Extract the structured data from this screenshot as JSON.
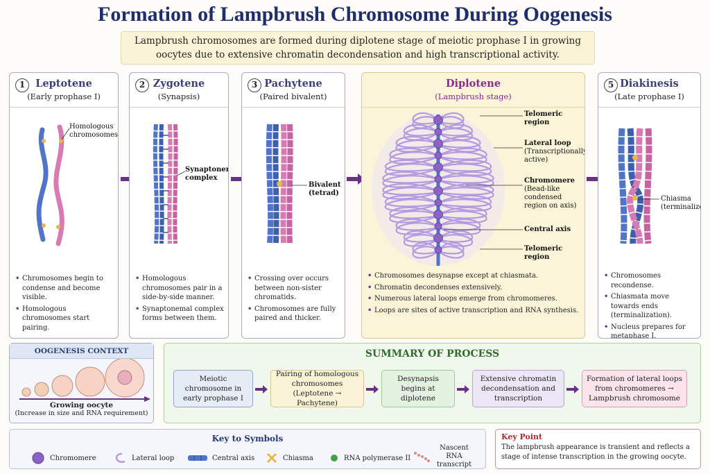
{
  "title": "Formation of Lampbrush Chromosome During Oogenesis",
  "intro": "Lampbrush chromosomes are formed during diplotene stage of meiotic prophase I in growing oocytes due to extensive chromatin decondensation and high transcriptional activity.",
  "stages": [
    {
      "num": "1",
      "name": "Leptotene",
      "sub": "(Early prophase I)",
      "labels": [
        "Homologous chromosomes"
      ],
      "notes": [
        "Chromosomes begin to condense and become visible.",
        "Homologous chromosomes start pairing."
      ]
    },
    {
      "num": "2",
      "name": "Zygotene",
      "sub": "(Synapsis)",
      "labels": [
        "Synaptonemal complex"
      ],
      "notes": [
        "Homologous chromosomes pair in a side-by-side manner.",
        "Synaptonemal complex forms between them."
      ]
    },
    {
      "num": "3",
      "name": "Pachytene",
      "sub": "(Paired bivalent)",
      "labels": [
        "Bivalent (tetrad)"
      ],
      "notes": [
        "Crossing over occurs between non-sister chromatids.",
        "Chromosomes are fully paired and thicker."
      ]
    },
    {
      "num": "",
      "name": "Diplotene",
      "sub": "(Lampbrush stage)",
      "labels": [
        "Telomeric region",
        "Lateral loop",
        "(Transcriptionally active)",
        "Chromomere",
        "(Bead-like condensed region on axis)",
        "Central axis",
        "Telomeric region"
      ],
      "notes": [
        "Chromosomes desynapse except at chiasmata.",
        "Chromatin decondenses extensively.",
        "Numerous lateral loops emerge from chromomeres.",
        "Loops are sites of active transcription and RNA synthesis."
      ]
    },
    {
      "num": "5",
      "name": "Diakinesis",
      "sub": "(Late prophase I)",
      "labels": [
        "Chiasma (terminalized)"
      ],
      "notes": [
        "Chromosomes recondense.",
        "Chiasmata move towards ends (terminalization).",
        "Nucleus prepares for metaphase I."
      ]
    }
  ],
  "context": {
    "title": "OOGENESIS CONTEXT",
    "caption": "Growing oocyte",
    "subcaption": "(Increase in size and RNA requirement)"
  },
  "summary": {
    "title": "SUMMARY OF PROCESS",
    "steps": [
      "Meiotic chromosome in early prophase I",
      "Pairing of homologous chromosomes (Leptotene → Pachytene)",
      "Desynapsis begins at diplotene",
      "Extensive chromatin decondensation and transcription",
      "Formation of lateral loops from chromomeres → Lampbrush chromosome"
    ]
  },
  "key": {
    "title": "Key to Symbols",
    "items": [
      "Chromomere",
      "Lateral loop",
      "Central axis",
      "Chiasma",
      "RNA polymerase II",
      "Nascent RNA transcript"
    ]
  },
  "keypoint": {
    "title": "Key Point",
    "text": "The lampbrush appearance is transient and reflects a stage of intense transcription in the growing oocyte."
  },
  "colors": {
    "title": "#1e2d6b",
    "chromosome_blue": "#4f74c8",
    "chromosome_pink": "#d97bb3",
    "arrow": "#6b2f86",
    "chromomere": "#8a63c4",
    "loop": "#b49be0"
  }
}
